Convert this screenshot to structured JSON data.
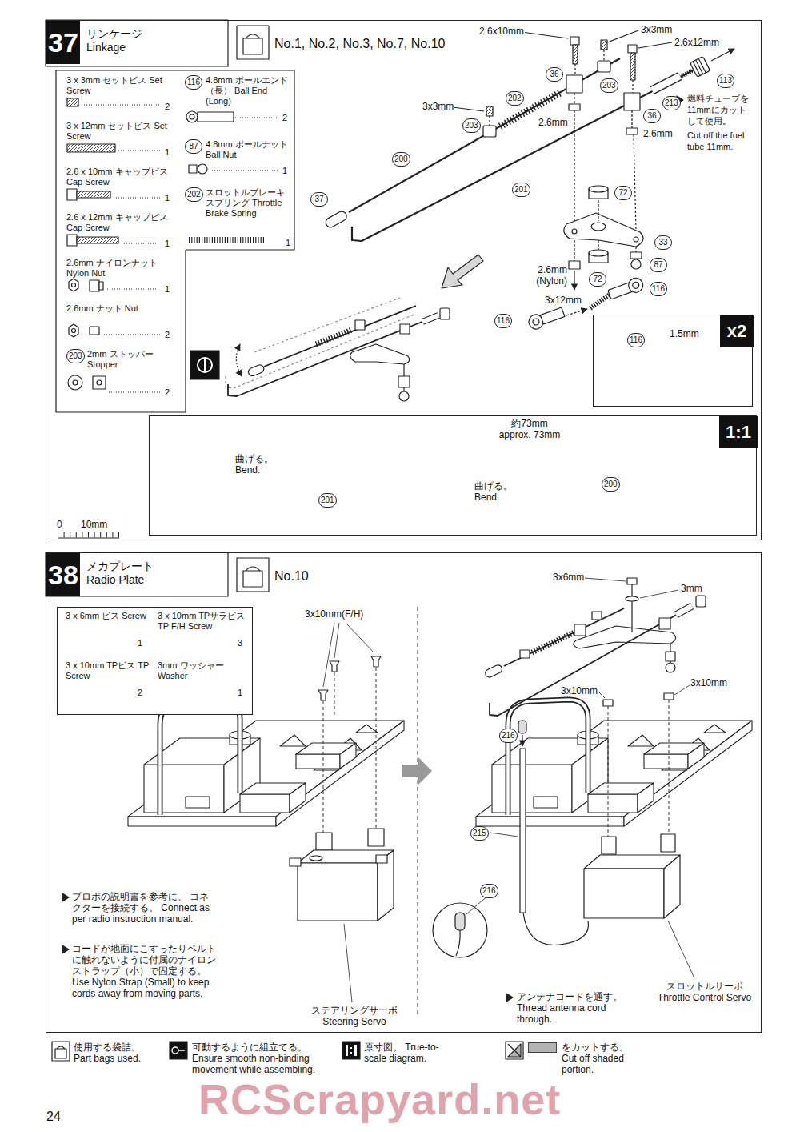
{
  "diagram": {
    "nodes": [
      {
        "text": [
          "37",
          "リンケージ Linkage"
        ]
      },
      {
        "text": [
          "No.1, No.2, No.3, No.7, No.10"
        ],
        "in": 0
      },
      {
        "text": [
          "3 x 3mm セットビス Set Screw",
          "2",
          "3 x 12mm セットビス Set Screw",
          "1",
          "2.6 x 10mm キャップビス Cap Screw",
          "1",
          "2.6 x 12mm キャップビス Cap Screw",
          "1",
          "2.6mm ナイロンナット Nylon Nut",
          "1",
          "2.6mm ナット Nut",
          "2",
          "203",
          "2mm ストッパー Stopper",
          "2",
          "116",
          "4.8mm ボールエンド（長） Ball End (Long)",
          "2",
          "87",
          "4.8mm ボールナット Ball Nut",
          "1",
          "202",
          "スロットルブレーキスプリング Throttle Brake Spring",
          "1"
        ],
        "in": 0
      },
      {
        "text": [
          "x2"
        ],
        "in": 0
      },
      {
        "text": [
          "1:1"
        ],
        "in": 0
      },
      {
        "text": [
          "38",
          "メカプレート Radio Plate"
        ]
      },
      {
        "text": [
          "No.10"
        ],
        "in": 5
      },
      {
        "text": [
          "3 x 6mm ビス Screw",
          "1",
          "3 x 10mm TPサラビス TP F/H Screw",
          "3",
          "3 x 10mm TPビス TP Screw",
          "2",
          "3mm ワッシャー Washer",
          "1"
        ],
        "in": 5
      }
    ],
    "labels": [
      "2.6x10mm",
      "3x3mm",
      "2.6x12mm",
      "3x3mm",
      "202",
      "36",
      "203",
      "203",
      "2.6mm",
      "36",
      "213",
      "燃料チューブを 11mmにカット して使用。",
      "Cut off the fuel tube 11mm.",
      "113",
      "200",
      "201",
      "37",
      "72",
      "2.6mm",
      "33",
      "2.6mm (Nylon)",
      "72",
      "87",
      "116",
      "3x12mm",
      "116",
      "116",
      "1.5mm",
      "約73mm approx. 73mm",
      "曲げる。 Bend.",
      "201",
      "200",
      "曲げる。 Bend.",
      "0",
      "10mm",
      "3x10mm(F/H)",
      "3x6mm",
      "3mm",
      "3x10mm",
      "3x10mm",
      "216",
      "215",
      "216",
      "プロポの説明書を参考に、 コネクターを接続する。 Connect as per radio instruction manual.",
      "コードが地面にこすったりベルト に触れないように付属のナイロン ストラップ（小）で固定する。 Use Nylon Strap (Small) to keep cords away from moving parts.",
      "ステアリングサーボ Steering Servo",
      "アンテナコードを通す。 Thread antenna cord through.",
      "スロットルサーボ Throttle Control Servo",
      "24",
      "RCScrapyard.net"
    ],
    "legend": [
      {
        "text": "使用する袋詰。 Part bags used."
      },
      {
        "text": "可動するように組立てる。 Ensure smooth non-binding movement while assembling."
      },
      {
        "text": "原寸図。 True-to-scale diagram."
      },
      {
        "text": "をカットする。 Cut off shaded portion.",
        "color": "#b3b3b3"
      }
    ]
  }
}
